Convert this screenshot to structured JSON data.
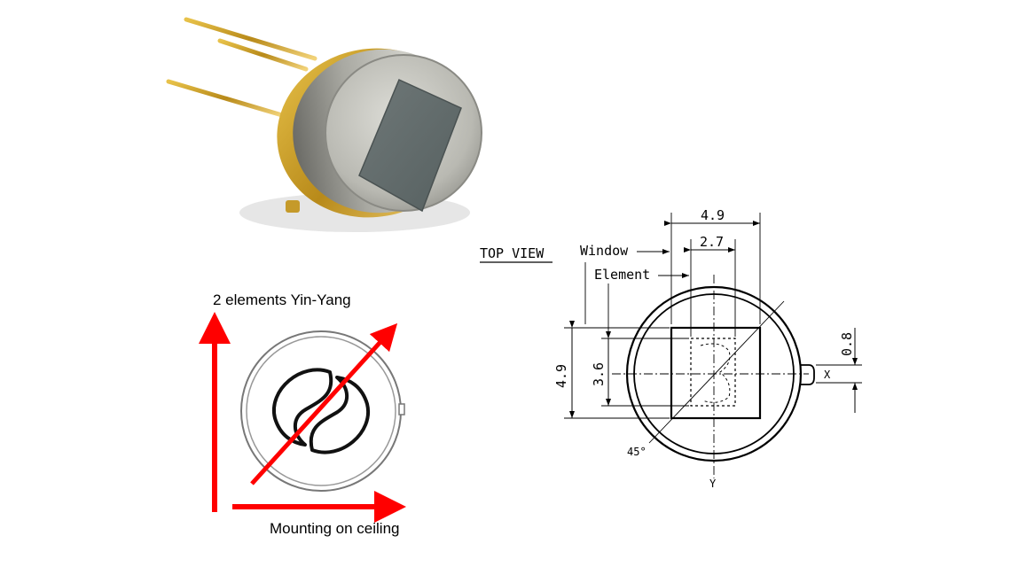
{
  "photo": {
    "subject": "pyroelectric-sensor-photo"
  },
  "yinyang": {
    "title": "2 elements Yin-Yang",
    "caption": "Mounting on ceiling",
    "arrow_color": "#ff0000"
  },
  "drawing": {
    "view_label": "TOP VIEW",
    "window_label": "Window",
    "element_label": "Element",
    "dim_window_width": "4.9",
    "dim_element_width": "2.7",
    "dim_window_height": "4.9",
    "dim_element_height": "3.6",
    "dim_offset": "0.8",
    "angle_label": "45°",
    "axis_x": "X",
    "axis_y": "Y"
  }
}
